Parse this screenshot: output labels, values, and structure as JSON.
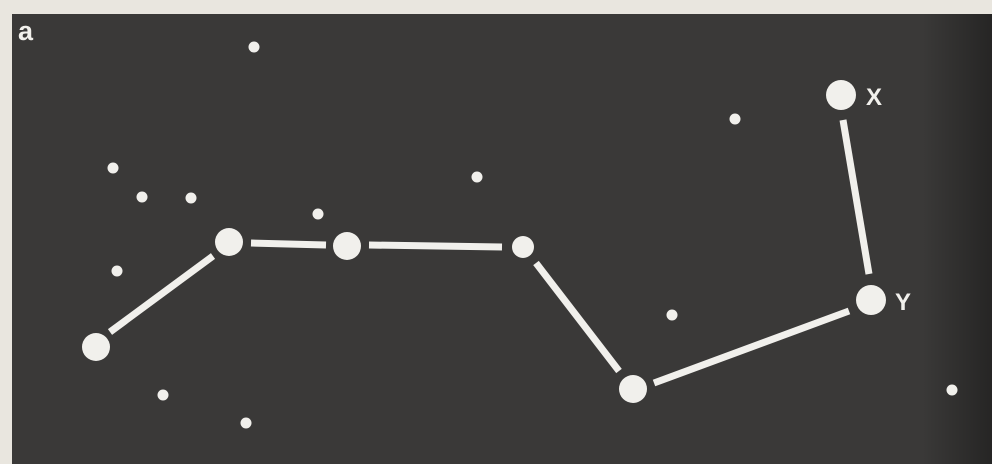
{
  "panel_label": "a",
  "star_labels": {
    "x": "X",
    "y": "Y"
  },
  "colors": {
    "background": "#3a3938",
    "stars": "#f1f0ec",
    "page": "#e9e6df"
  }
}
